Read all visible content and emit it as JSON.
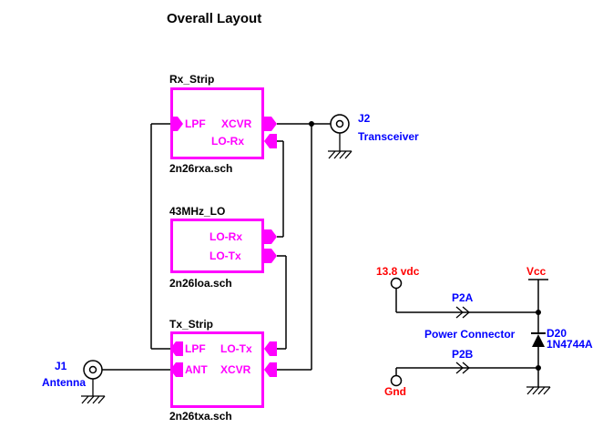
{
  "title": "Overall Layout",
  "blocks": {
    "rx": {
      "name": "Rx_Strip",
      "file": "2n26rxa.sch",
      "ports": {
        "lpf": "LPF",
        "xcvr": "XCVR",
        "lorx": "LO-Rx"
      }
    },
    "lo": {
      "name": "43MHz_LO",
      "file": "2n26loa.sch",
      "ports": {
        "lorx": "LO-Rx",
        "lotx": "LO-Tx"
      }
    },
    "tx": {
      "name": "Tx_Strip",
      "file": "2n26txa.sch",
      "ports": {
        "lpf": "LPF",
        "ant": "ANT",
        "lotx": "LO-Tx",
        "xcvr": "XCVR"
      }
    }
  },
  "connectors": {
    "j2": {
      "ref": "J2",
      "desc": "Transceiver"
    },
    "j1": {
      "ref": "J1",
      "desc": "Antenna"
    }
  },
  "power": {
    "vin": "13.8 vdc",
    "vcc": "Vcc",
    "gnd": "Gnd",
    "p2a": "P2A",
    "p2b": "P2B",
    "connector_label": "Power Connector",
    "diode_ref": "D20",
    "diode_part": "1N4744A"
  },
  "colors": {
    "block": "#FF00FF",
    "annotation": "#0000FF",
    "net": "#FF0000",
    "wire": "#000000",
    "background": "#FFFFFF"
  }
}
